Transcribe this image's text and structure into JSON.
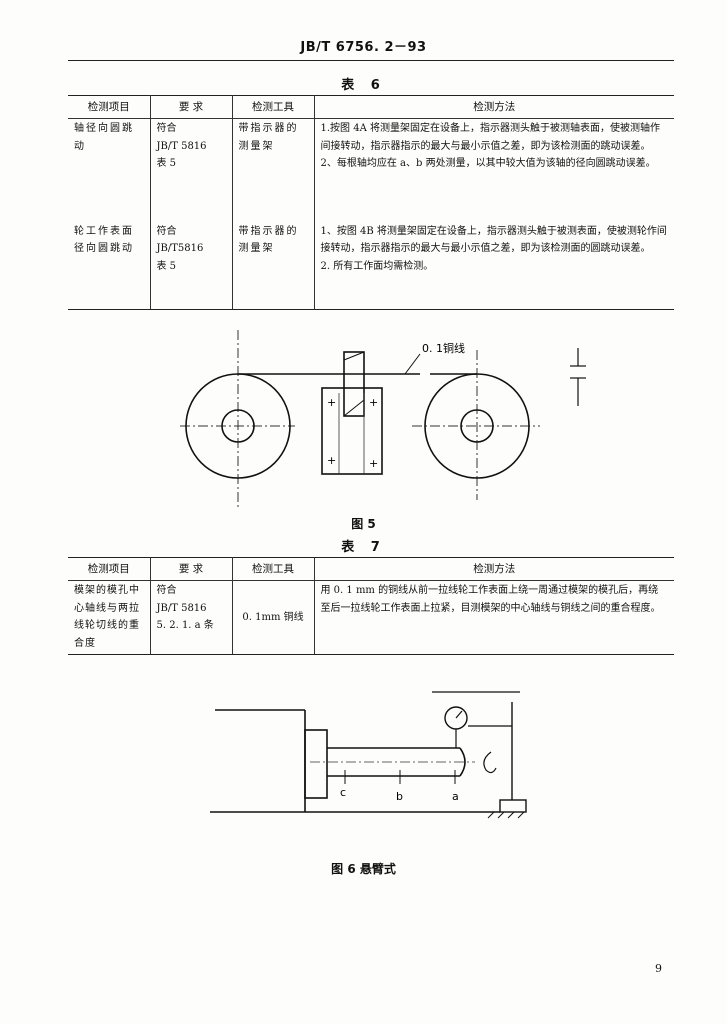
{
  "page": {
    "standard_code": "JB/T 6756. 2－93",
    "page_number": "9"
  },
  "table6": {
    "caption": "表 6",
    "headers": [
      "检测项目",
      "要    求",
      "检测工具",
      "检测方法"
    ],
    "rows": [
      {
        "item": "轴径向圆跳动",
        "requirement": "符合\nJB/T 5816\n表 5",
        "tool": "带指示器的测量架",
        "method": "1.按图 4A 将测量架固定在设备上，指示器测头触于被测轴表面，使被测轴作间接转动，指示器指示的最大与最小示值之差，即为该检测面的跳动误差。\n2、每根轴均应在 a、b 两处测量，以其中较大值为该轴的径向圆跳动误差。"
      },
      {
        "item": "轮工作表面径向圆跳动",
        "requirement": "符合\nJB/T5816\n表 5",
        "tool": "带指示器的测量架",
        "method": "1、按图 4B 将测量架固定在设备上，指示器测头触于被测表面，使被测轮作间接转动，指示器指示的最大与最小示值之差，即为该检测面的圆跳动误差。\n2. 所有工作面均需检测。"
      }
    ]
  },
  "figure5": {
    "wire_label": "0. 1铜线",
    "caption": "图  5"
  },
  "table7": {
    "caption": "表 7",
    "headers": [
      "检测项目",
      "要    求",
      "检测工具",
      "检测方法"
    ],
    "rows": [
      {
        "item": "模架的模孔中心轴线与两拉线轮切线的重合度",
        "requirement": "符合\nJB/T 5816\n5. 2. 1. a 条",
        "tool": "0. 1mm 铜线",
        "method": "用 0. 1 mm 的铜线从前一拉线轮工作表面上绕一周通过模架的模孔后，再绕至后一拉线轮工作表面上拉紧，目测模架的中心轴线与铜线之间的重合程度。"
      }
    ]
  },
  "figure6": {
    "label_a": "a",
    "label_b": "b",
    "label_c": "c",
    "caption": "图 6   悬臂式"
  }
}
